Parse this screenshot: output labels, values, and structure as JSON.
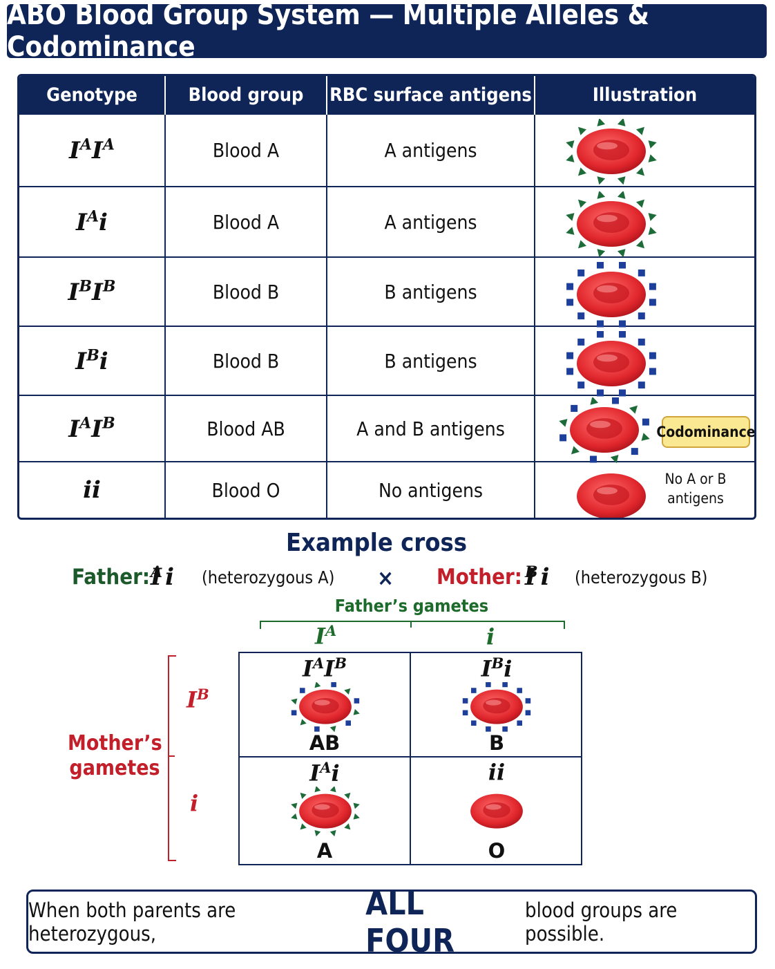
{
  "title": "ABO Blood Group System — Multiple Alleles & Codominance",
  "table": {
    "headers": [
      "Genotype",
      "Blood group",
      "RBC surface antigens",
      "Illustration"
    ],
    "rows": [
      {
        "genotype_a": "I",
        "sup_a": "A",
        "genotype_b": "I",
        "sup_b": "A",
        "blood_group": "Blood A",
        "antigens": "A antigens",
        "marker": "A"
      },
      {
        "genotype_a": "I",
        "sup_a": "A",
        "genotype_b": "i",
        "sup_b": "",
        "blood_group": "Blood A",
        "antigens": "A antigens",
        "marker": "A"
      },
      {
        "genotype_a": "I",
        "sup_a": "B",
        "genotype_b": "I",
        "sup_b": "B",
        "blood_group": "Blood B",
        "antigens": "B antigens",
        "marker": "B"
      },
      {
        "genotype_a": "I",
        "sup_a": "B",
        "genotype_b": "i",
        "sup_b": "",
        "blood_group": "Blood B",
        "antigens": "B antigens",
        "marker": "B"
      },
      {
        "genotype_a": "I",
        "sup_a": "A",
        "genotype_b": "I",
        "sup_b": "B",
        "blood_group": "Blood AB",
        "antigens": "A and B antigens",
        "marker": "AB",
        "badge": "Codominance"
      },
      {
        "genotype_a": "i",
        "sup_a": "",
        "genotype_b": "i",
        "sup_b": "",
        "blood_group": "Blood O",
        "antigens": "No antigens",
        "marker": "O",
        "note_line1": "No A or B",
        "note_line2": "antigens"
      }
    ]
  },
  "cross": {
    "title": "Example cross",
    "father_label": "Father:",
    "father_genotype_base": "I",
    "father_genotype_sup": "A",
    "father_genotype_second": "i",
    "father_desc": "(heterozygous A)",
    "times": "×",
    "mother_label": "Mother:",
    "mother_genotype_base": "I",
    "mother_genotype_sup": "B",
    "mother_genotype_second": "i",
    "mother_desc": "(heterozygous B)",
    "father_gametes_label": "Father’s gametes",
    "mother_gametes_line1": "Mother’s",
    "mother_gametes_line2": "gametes",
    "father_gamete_1_base": "I",
    "father_gamete_1_sup": "A",
    "father_gamete_2": "i",
    "mother_gamete_1_base": "I",
    "mother_gamete_1_sup": "B",
    "mother_gamete_2": "i",
    "cells": [
      {
        "g1": "I",
        "s1": "A",
        "g2": "I",
        "s2": "B",
        "blood": "AB",
        "marker": "AB"
      },
      {
        "g1": "I",
        "s1": "B",
        "g2": "i",
        "s2": "",
        "blood": "B",
        "marker": "B"
      },
      {
        "g1": "I",
        "s1": "A",
        "g2": "i",
        "s2": "",
        "blood": "A",
        "marker": "A"
      },
      {
        "g1": "i",
        "s1": "",
        "g2": "i",
        "s2": "",
        "blood": "O",
        "marker": "O"
      }
    ]
  },
  "footer": {
    "pre": "When both parents are heterozygous,",
    "emph": "ALL FOUR",
    "post": "blood groups are possible."
  },
  "colors": {
    "navy": "#0f2557",
    "antigen_a": "#1e6b3a",
    "antigen_b": "#1d3f9a",
    "cell": "#e0262c",
    "father": "#1d5a2b",
    "mother": "#c21f2a",
    "badge": "#fbe892"
  }
}
